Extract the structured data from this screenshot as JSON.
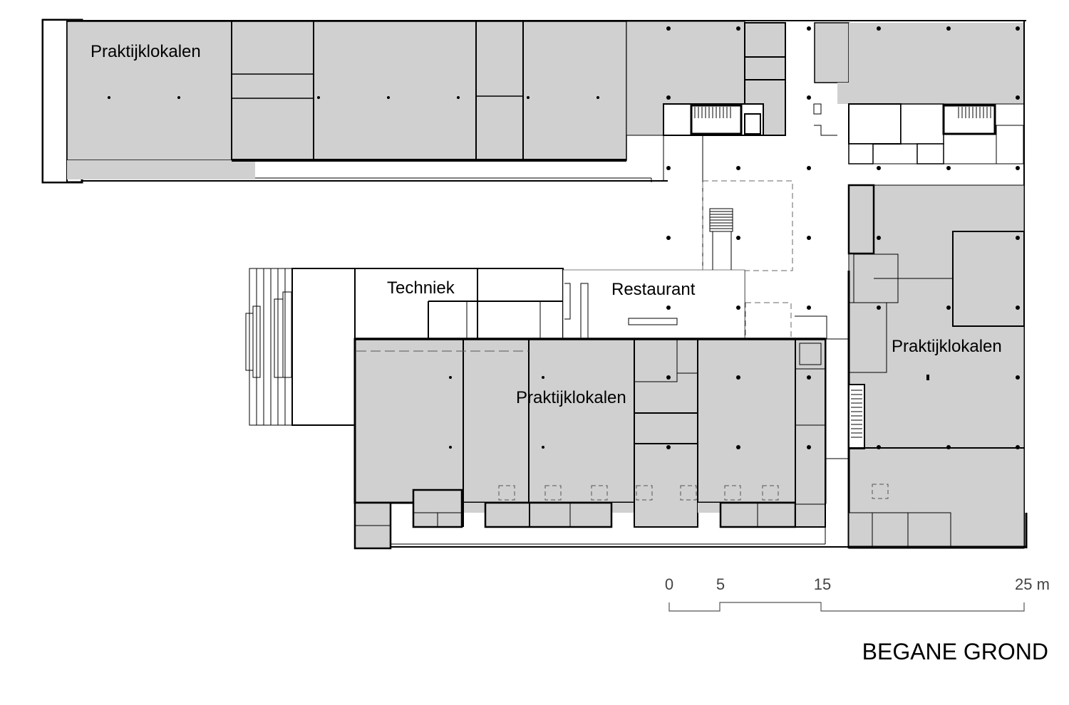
{
  "rooms": {
    "praktijk_north": "Praktijklokalen",
    "techniek": "Techniek",
    "restaurant": "Restaurant",
    "praktijk_south": "Praktijklokalen",
    "praktijk_east": "Praktijklokalen"
  },
  "scale_bar": {
    "ticks": [
      "0",
      "5",
      "15",
      "25 m"
    ]
  },
  "floor_title": "BEGANE GROND",
  "colors": {
    "room_fill": "#d0d0d0",
    "wall": "#000000",
    "background": "#ffffff"
  }
}
